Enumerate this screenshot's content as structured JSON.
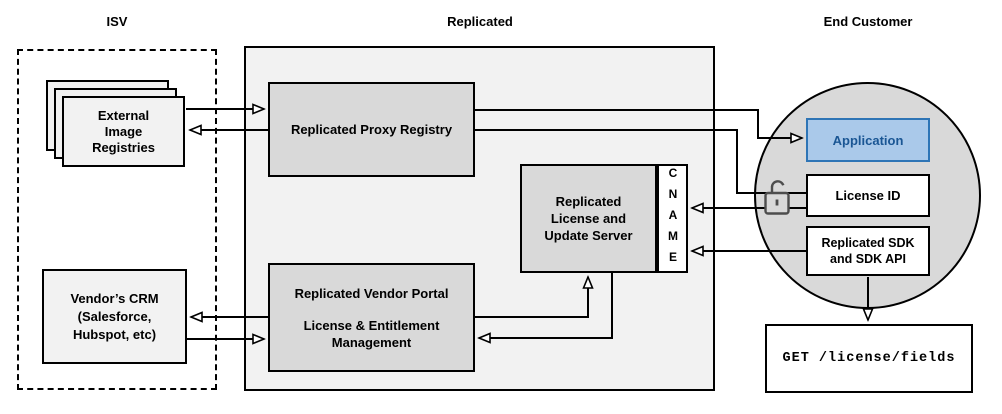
{
  "header": {
    "isv": "ISV",
    "replicated": "Replicated",
    "end_customer": "End Customer"
  },
  "isv": {
    "external_registries": "External\nImage\nRegistries",
    "vendors_crm": "Vendor’s CRM\n(Salesforce,\nHubspot, etc)"
  },
  "replicated": {
    "proxy_registry": "Replicated Proxy Registry",
    "license_update_server": "Replicated\nLicense and\nUpdate Server",
    "cname": "CNAME",
    "vendor_portal_title": "Replicated Vendor Portal",
    "vendor_portal_subtitle": "License & Entitlement\nManagement"
  },
  "end_customer": {
    "application": "Application",
    "license_id": "License ID",
    "sdk": "Replicated SDK\nand SDK API",
    "get_request": "GET /license/fields"
  },
  "icons": {
    "lock": "open-padlock-icon"
  },
  "colors": {
    "application_fill": "#aac9ea",
    "application_border": "#2e75b6",
    "application_text": "#1a5694",
    "inner_box_fill": "#d9d9d9",
    "outer_box_fill": "#f2f2f2",
    "line": "#000000",
    "lock_stroke": "#4d4d4d"
  }
}
